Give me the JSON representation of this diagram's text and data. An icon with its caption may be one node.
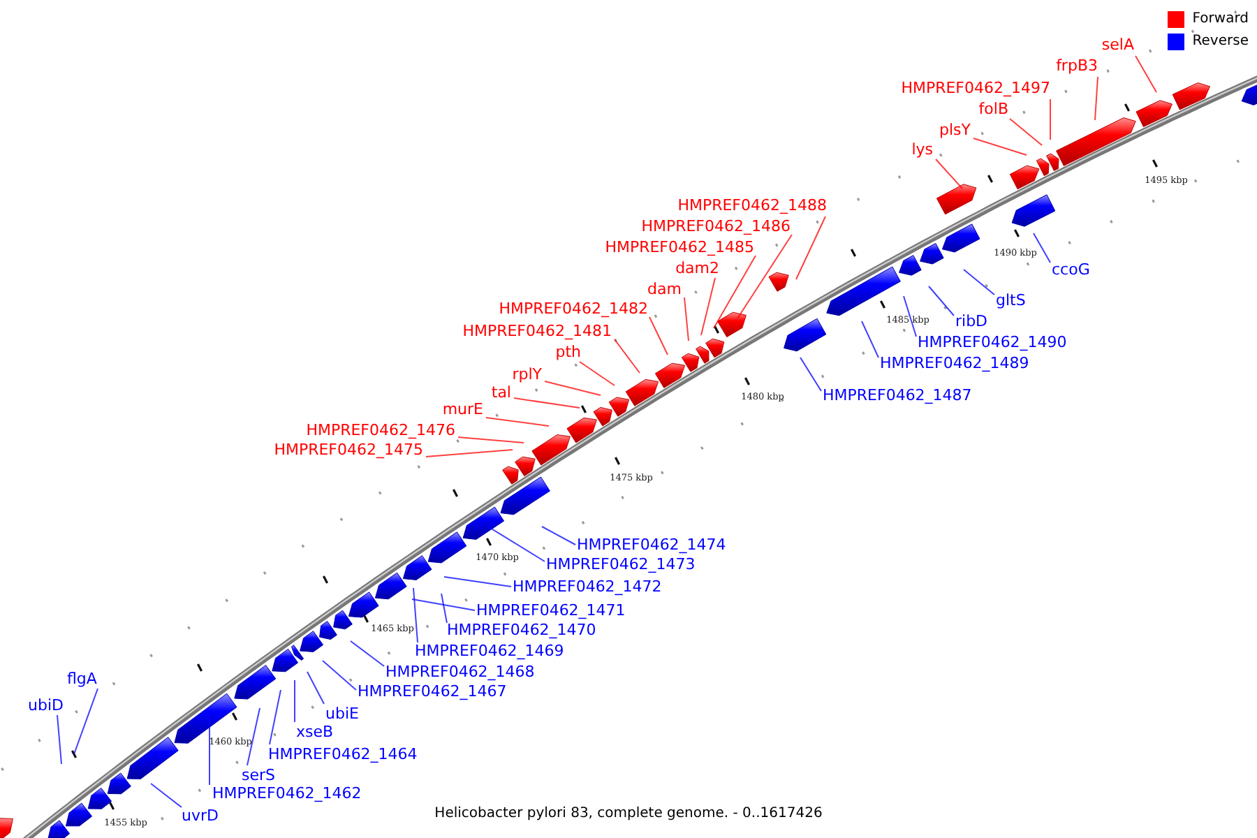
{
  "diagram": {
    "caption": "Helicobacter pylori 83, complete genome. - 0..1617426",
    "nodes": [
      {
        "text": [
          "selA"
        ]
      },
      {
        "text": [
          "frpB3"
        ]
      },
      {
        "text": [
          "HMPREF0462_1497"
        ]
      },
      {
        "text": [
          "folB"
        ]
      },
      {
        "text": [
          "plsY"
        ]
      },
      {
        "text": [
          "lys"
        ]
      },
      {
        "text": [
          "HMPREF0462_1488"
        ]
      },
      {
        "text": [
          "HMPREF0462_1486"
        ]
      },
      {
        "text": [
          "HMPREF0462_1485"
        ]
      },
      {
        "text": [
          "dam2"
        ]
      },
      {
        "text": [
          "dam"
        ]
      },
      {
        "text": [
          "HMPREF0462_1482"
        ]
      },
      {
        "text": [
          "HMPREF0462_1481"
        ]
      },
      {
        "text": [
          "pth"
        ]
      },
      {
        "text": [
          "rplY"
        ]
      },
      {
        "text": [
          "tal"
        ]
      },
      {
        "text": [
          "murE"
        ]
      },
      {
        "text": [
          "HMPREF0462_1476"
        ]
      },
      {
        "text": [
          "HMPREF0462_1475"
        ]
      },
      {
        "text": [
          "ccoG"
        ]
      },
      {
        "text": [
          "gltS"
        ]
      },
      {
        "text": [
          "ribD"
        ]
      },
      {
        "text": [
          "HMPREF0462_1490"
        ]
      },
      {
        "text": [
          "HMPREF0462_1489"
        ]
      },
      {
        "text": [
          "HMPREF0462_1487"
        ]
      },
      {
        "text": [
          "HMPREF0462_1474"
        ]
      },
      {
        "text": [
          "HMPREF0462_1473"
        ]
      },
      {
        "text": [
          "HMPREF0462_1472"
        ]
      },
      {
        "text": [
          "HMPREF0462_1471"
        ]
      },
      {
        "text": [
          "HMPREF0462_1470"
        ]
      },
      {
        "text": [
          "HMPREF0462_1469"
        ]
      },
      {
        "text": [
          "HMPREF0462_1468"
        ]
      },
      {
        "text": [
          "HMPREF0462_1467"
        ]
      },
      {
        "text": [
          "flgA"
        ]
      },
      {
        "text": [
          "ubiD"
        ]
      },
      {
        "text": [
          "ubiE"
        ]
      },
      {
        "text": [
          "xseB"
        ]
      },
      {
        "text": [
          "HMPREF0462_1464"
        ]
      },
      {
        "text": [
          "serS"
        ]
      },
      {
        "text": [
          "HMPREF0462_1462"
        ]
      },
      {
        "text": [
          "uvrD"
        ]
      }
    ],
    "edges": [
      {
        "from": 0,
        "to": null,
        "arrow": "none",
        "color": "#ff0000"
      },
      {
        "from": 1,
        "to": null,
        "arrow": "none",
        "color": "#ff0000"
      },
      {
        "from": 2,
        "to": null,
        "arrow": "none",
        "color": "#ff0000"
      },
      {
        "from": 3,
        "to": null,
        "arrow": "none",
        "color": "#ff0000"
      },
      {
        "from": 4,
        "to": null,
        "arrow": "none",
        "color": "#ff0000"
      },
      {
        "from": 5,
        "to": null,
        "arrow": "none",
        "color": "#ff0000"
      },
      {
        "from": 6,
        "to": null,
        "arrow": "none",
        "color": "#ff0000"
      },
      {
        "from": 7,
        "to": null,
        "arrow": "none",
        "color": "#ff0000"
      },
      {
        "from": 8,
        "to": null,
        "arrow": "none",
        "color": "#ff0000"
      },
      {
        "from": 9,
        "to": null,
        "arrow": "none",
        "color": "#ff0000"
      },
      {
        "from": 10,
        "to": null,
        "arrow": "none",
        "color": "#ff0000"
      },
      {
        "from": 11,
        "to": null,
        "arrow": "none",
        "color": "#ff0000"
      },
      {
        "from": 12,
        "to": null,
        "arrow": "none",
        "color": "#ff0000"
      },
      {
        "from": 13,
        "to": null,
        "arrow": "none",
        "color": "#ff0000"
      },
      {
        "from": 14,
        "to": null,
        "arrow": "none",
        "color": "#ff0000"
      },
      {
        "from": 15,
        "to": null,
        "arrow": "none",
        "color": "#ff0000"
      },
      {
        "from": 16,
        "to": null,
        "arrow": "none",
        "color": "#ff0000"
      },
      {
        "from": 17,
        "to": null,
        "arrow": "none",
        "color": "#ff0000"
      },
      {
        "from": 18,
        "to": null,
        "arrow": "none",
        "color": "#ff0000"
      },
      {
        "from": 19,
        "to": null,
        "arrow": "none"
      },
      {
        "from": 20,
        "to": null,
        "arrow": "none"
      },
      {
        "from": 21,
        "to": null,
        "arrow": "none"
      },
      {
        "from": 22,
        "to": null,
        "arrow": "none"
      },
      {
        "from": 23,
        "to": null,
        "arrow": "none"
      },
      {
        "from": 24,
        "to": null,
        "arrow": "none"
      },
      {
        "from": 25,
        "to": null,
        "arrow": "none"
      },
      {
        "from": 26,
        "to": null,
        "arrow": "none"
      },
      {
        "from": 27,
        "to": null,
        "arrow": "none"
      },
      {
        "from": 28,
        "to": null,
        "arrow": "none"
      },
      {
        "from": 29,
        "to": null,
        "arrow": "none"
      },
      {
        "from": 30,
        "to": null,
        "arrow": "none"
      },
      {
        "from": 31,
        "to": null,
        "arrow": "none"
      },
      {
        "from": 32,
        "to": null,
        "arrow": "none"
      },
      {
        "from": 33,
        "to": null,
        "arrow": "none"
      },
      {
        "from": 34,
        "to": null,
        "arrow": "none"
      },
      {
        "from": 35,
        "to": null,
        "arrow": "none"
      },
      {
        "from": 36,
        "to": null,
        "arrow": "none"
      },
      {
        "from": 37,
        "to": null,
        "arrow": "none"
      },
      {
        "from": 38,
        "to": null,
        "arrow": "none"
      },
      {
        "from": 39,
        "to": null,
        "arrow": "none"
      },
      {
        "from": 40,
        "to": null,
        "arrow": "none"
      }
    ],
    "labels": [
      "1455 kbp",
      "1460 kbp",
      "1465 kbp",
      "1470 kbp",
      "1475 kbp",
      "1480 kbp",
      "1485 kbp",
      "1490 kbp",
      "1495 kbp"
    ],
    "legend": [
      {
        "text": "Forward",
        "color": "#ff0000"
      },
      {
        "text": "Reverse",
        "color": "#0000ff"
      }
    ]
  }
}
